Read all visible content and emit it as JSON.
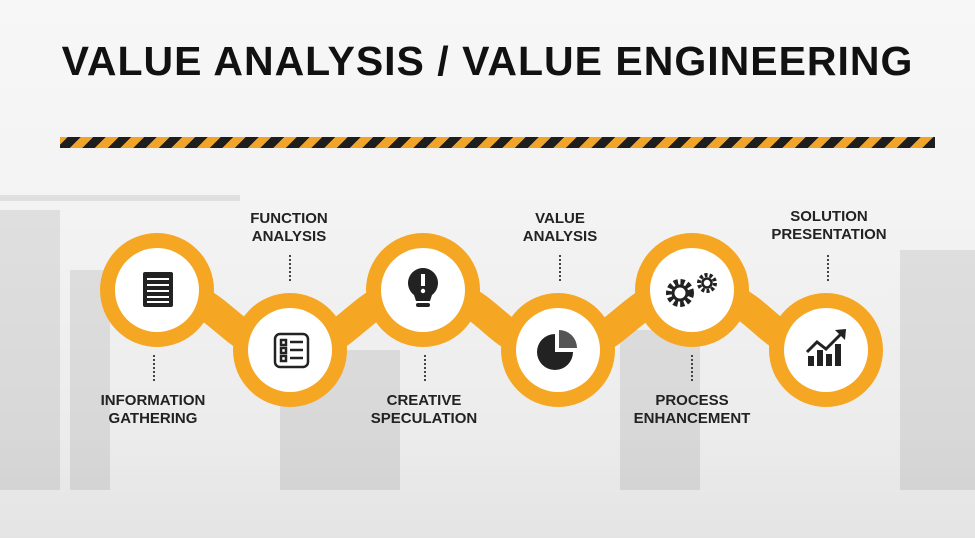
{
  "title": "VALUE ANALYSIS / VALUE ENGINEERING",
  "colors": {
    "accent": "#f5a623",
    "dark": "#1e1e1e"
  },
  "steps": [
    {
      "line1": "INFORMATION",
      "line2": "GATHERING",
      "icon": "document-icon"
    },
    {
      "line1": "FUNCTION",
      "line2": "ANALYSIS",
      "icon": "checklist-icon"
    },
    {
      "line1": "CREATIVE",
      "line2": "SPECULATION",
      "icon": "lightbulb-icon"
    },
    {
      "line1": "VALUE",
      "line2": "ANALYSIS",
      "icon": "pie-chart-icon"
    },
    {
      "line1": "PROCESS",
      "line2": "ENHANCEMENT",
      "icon": "gears-icon"
    },
    {
      "line1": "SOLUTION",
      "line2": "PRESENTATION",
      "icon": "growth-chart-icon"
    }
  ]
}
